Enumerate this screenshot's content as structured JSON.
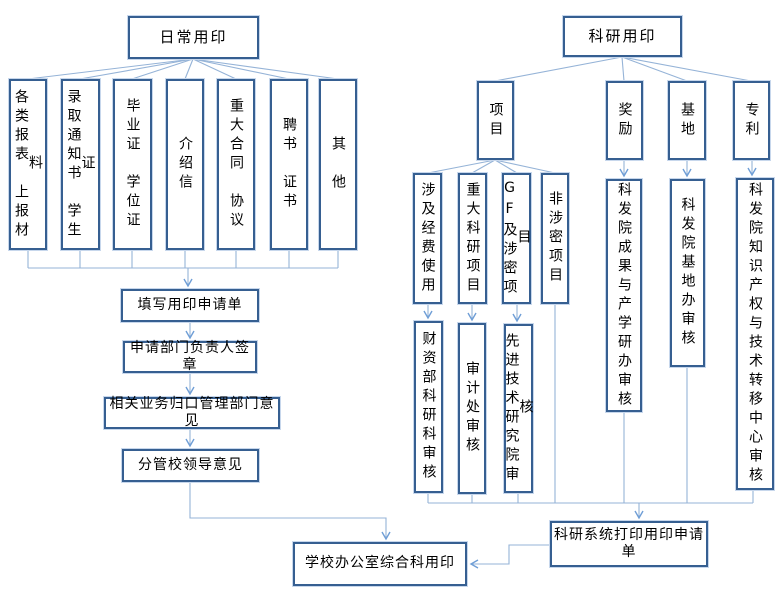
{
  "left": {
    "title": "日常用印",
    "categories": [
      "各类报表　上报材料",
      "录取通知书　学生证",
      "毕业证　学位证",
      "介绍信",
      "重大合同　协议",
      "聘书　证书",
      "其　他"
    ],
    "steps": [
      "填写用印申请单",
      "申请部门负责人签章",
      "相关业务归口管理部门意见",
      "分管校领导意见"
    ],
    "final": "学校办公室综合科用印"
  },
  "right": {
    "title": "科研用印",
    "branches": [
      "项目",
      "奖励",
      "基地",
      "专利"
    ],
    "project_types": [
      "涉及经费使用",
      "重大科研项目",
      "GF及涉密项目",
      "非涉密项目"
    ],
    "reviews": [
      "财资部科研科审核",
      "审计处审核",
      "先进技术研究院审核",
      "科发院成果与产学研办审核",
      "科发院基地办审核",
      "科发院知识产权与技术转移中心审核"
    ],
    "print_step": "科研系统打印用印申请单"
  },
  "colors": {
    "box_border": "#365f91",
    "box_halo": "#c7d7ec",
    "connector_line": "#95b3d7",
    "arrowhead": "#6f9ed6",
    "text": "#000000",
    "background": "#ffffff"
  }
}
